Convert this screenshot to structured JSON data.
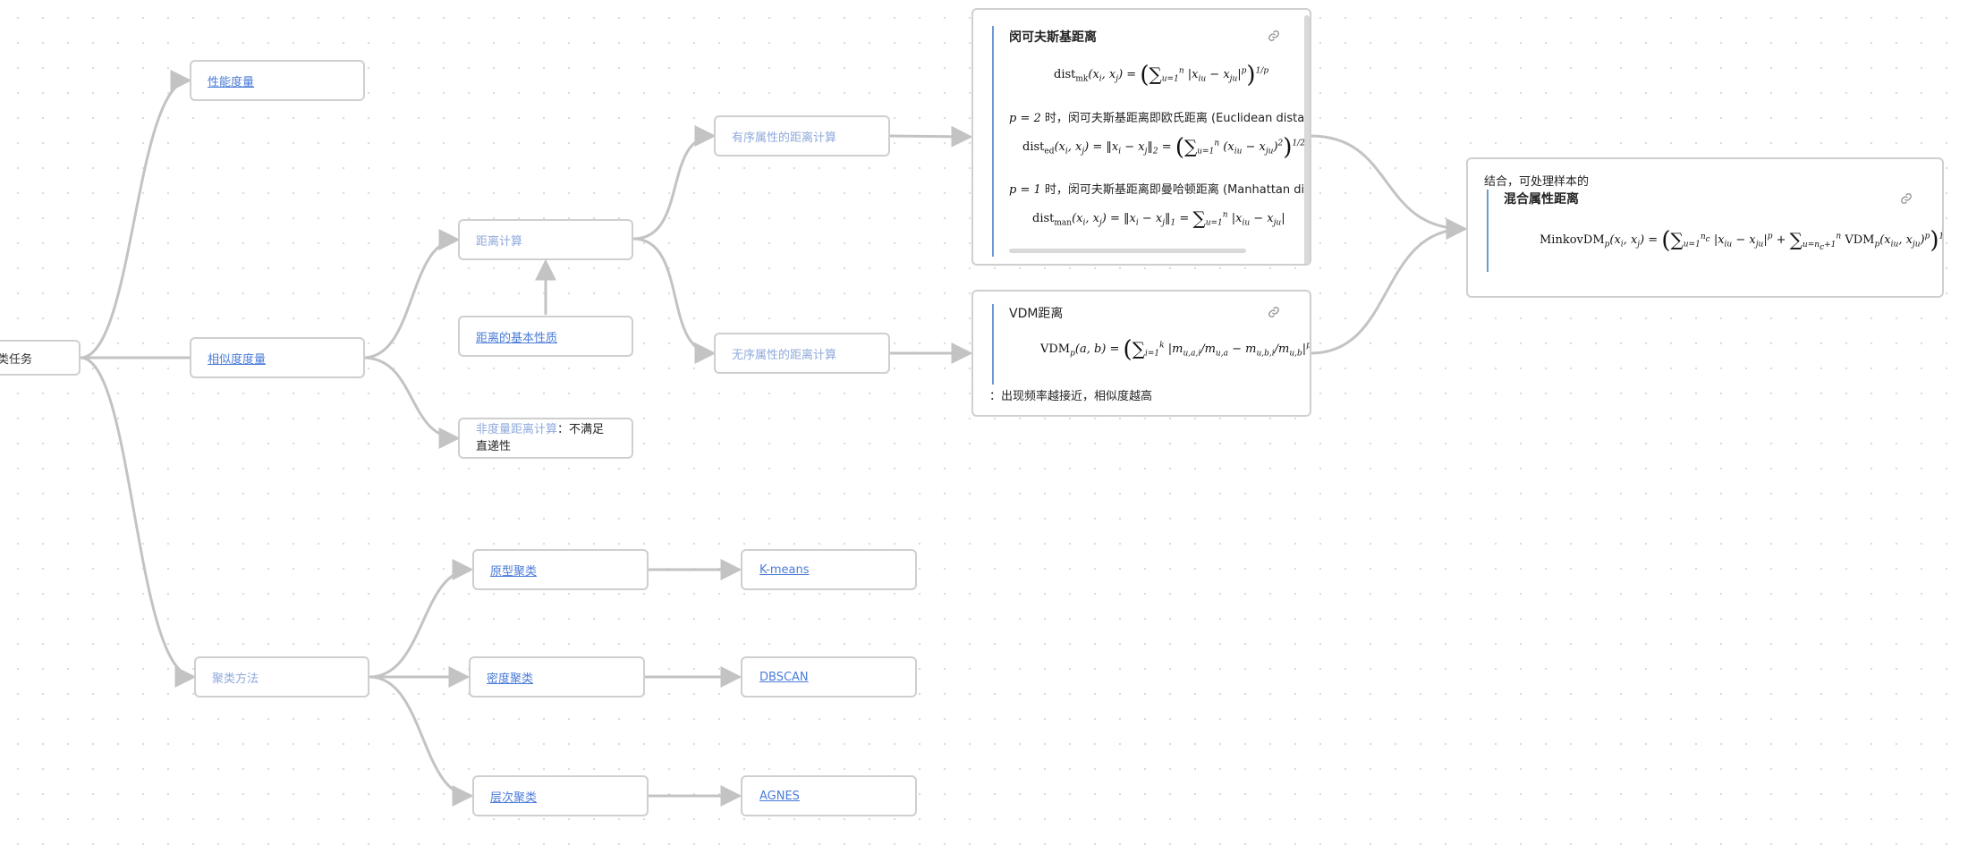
{
  "nodes": {
    "root": "聚类任务",
    "performance": "性能度量",
    "similarity": "相似度度量",
    "clustering_methods": "聚类方法",
    "distance_calc": "距离计算",
    "distance_props": "距离的基本性质",
    "non_metric_link": "非度量距离计算",
    "non_metric_rest": "：不满足",
    "non_metric_line2": "直递性",
    "ordered_attr": "有序属性的距离计算",
    "unordered_attr": "无序属性的距离计算",
    "prototype": "原型聚类",
    "density": "密度聚类",
    "hierarchical": "层次聚类",
    "kmeans": "K-means",
    "dbscan": "DBSCAN",
    "agnes": "AGNES"
  },
  "cards": {
    "minkowski": {
      "title": "闵可夫斯基距离",
      "line_p2": "时，闵可夫斯基距离即欧氏距离 (Euclidean distance)",
      "line_p1": "时，闵可夫斯基距离即曼哈顿距离 (Manhattan distance)",
      "p2_label": "p = 2",
      "p1_label": "p = 1"
    },
    "vdm": {
      "title": "VDM距离",
      "note": "：出现频率越接近，相似度越高"
    },
    "mixed": {
      "intro": "结合，可处理样本的",
      "title": "混合属性距离"
    }
  },
  "icons": {
    "link": "link-icon"
  },
  "colors": {
    "edge": "#c3c3c3",
    "link_text": "#4a7bd8",
    "faint_text": "#8fa9dc",
    "quote_bar": "#6b9bd6"
  }
}
